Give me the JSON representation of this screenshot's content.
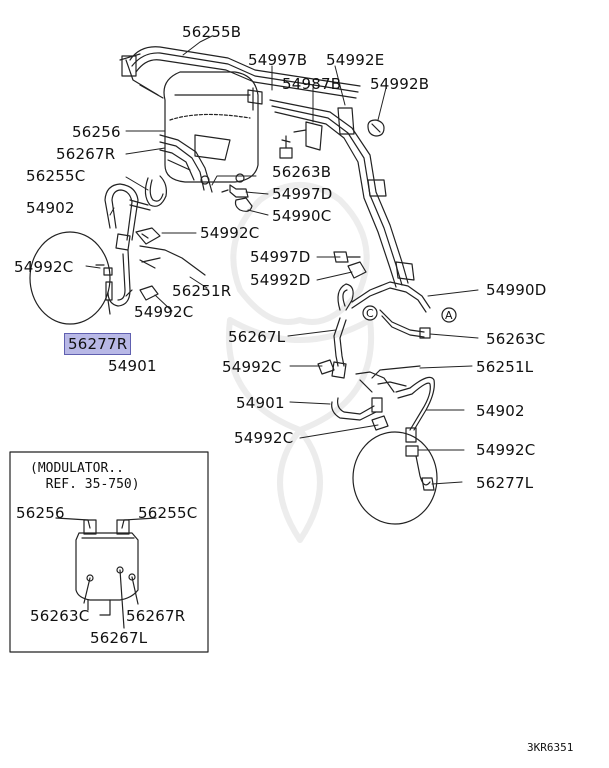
{
  "labels": {
    "p56255B": "56255B",
    "p54997B": "54997B",
    "p54992E": "54992E",
    "p54987B": "54987B",
    "p54992B": "54992B",
    "p56256": "56256",
    "p56267R": "56267R",
    "p56255C": "56255C",
    "p56263B": "56263B",
    "p54997D_a": "54997D",
    "p54902_a": "54902",
    "p54990C": "54990C",
    "p54992C_a": "54992C",
    "p54997D_b": "54997D",
    "p54992C_b": "54992C",
    "p54992D": "54992D",
    "p56251R": "56251R",
    "p54990D": "54990D",
    "p54992C_c": "54992C",
    "p56277R": "56277R",
    "p56267L": "56267L",
    "p56263C": "56263C",
    "p54901_a": "54901",
    "p54992C_d": "54992C",
    "p56251L": "56251L",
    "p54901_b": "54901",
    "p54902_b": "54902",
    "p54992C_e": "54992C",
    "p54992C_f": "54992C",
    "p56277L": "56277L"
  },
  "circle_markers": {
    "c": "C",
    "a": "A"
  },
  "inset": {
    "title_line1": "(MODULATOR..",
    "title_line2": "  REF. 35-750)",
    "p56256": "56256",
    "p56255C": "56255C",
    "p56263C": "56263C",
    "p56267R": "56267R",
    "p56267L": "56267L"
  },
  "diagram_code": "3KR6351",
  "highlight_part": "56277R"
}
